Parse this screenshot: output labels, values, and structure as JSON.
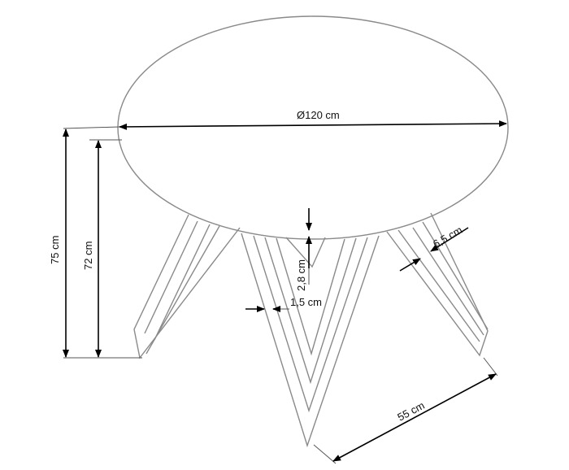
{
  "dimensions": {
    "diameter": "Ø120 cm",
    "total_height": "75 cm",
    "leg_height": "72 cm",
    "top_thickness": "2,8 cm",
    "leg_rod_width": "1,5 cm",
    "leg_width": "6,5 cm",
    "leg_span": "55 cm"
  }
}
